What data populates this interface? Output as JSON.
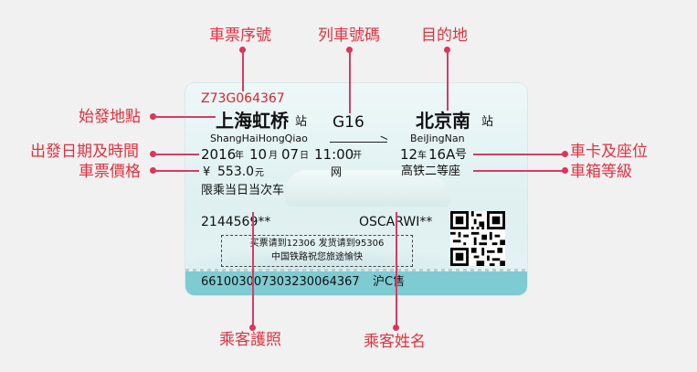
{
  "ticket": {
    "serial": "Z73G064367",
    "from_station": "上海虹桥",
    "from_pinyin": "ShangHaiHongQiao",
    "station_suffix": "站",
    "train_no": "G16",
    "to_station": "北京南",
    "to_pinyin": "BeiJingNan",
    "date_year": "2016",
    "year_unit": "年",
    "date_month": "10",
    "month_unit": "月",
    "date_day": "07",
    "day_unit": "日",
    "time": "11:00",
    "depart_unit": "开",
    "car_no": "12",
    "car_unit": "车",
    "seat_no": "16A",
    "seat_unit": "号",
    "price_symbol": "¥",
    "price": "553.0",
    "price_unit": "元",
    "sale_channel": "网",
    "seat_class": "高铁二等座",
    "validity": "限乘当日当次车",
    "passenger_id": "2144569**",
    "passenger_name": "OSCARWI**",
    "notice_line1": "买票请到12306  发货请到95306",
    "notice_line2": "中国铁路祝您旅途愉快",
    "ticket_code": "66100300730323006436​7",
    "office": "沪C售"
  },
  "annotations": {
    "serial_label": "車票序號",
    "train_no_label": "列車號碼",
    "destination_label": "目的地",
    "origin_label": "始發地點",
    "datetime_label": "出發日期及時間",
    "price_label": "車票價格",
    "seat_label": "車卡及座位",
    "class_label": "車箱等級",
    "passport_label": "乘客護照",
    "name_label": "乘客姓名"
  },
  "colors": {
    "annotation": "#e0323f",
    "leader_line": "#d93b62",
    "serial_text": "#d4262e",
    "ticket_band": "#7fcbd2"
  }
}
